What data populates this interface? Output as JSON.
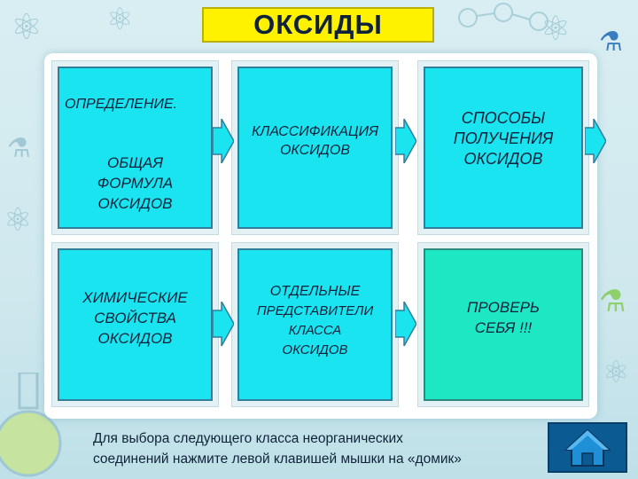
{
  "header": {
    "title": "ОКСИДЫ"
  },
  "tiles": {
    "definition": {
      "heading": "ОПРЕДЕЛЕНИЕ.",
      "line1": "ОБЩАЯ",
      "line2": "ФОРМУЛА",
      "line3": "ОКСИДОВ"
    },
    "classification": {
      "line1": "КЛАССИФИКАЦИЯ",
      "line2": "ОКСИДОВ"
    },
    "methods": {
      "line1": "СПОСОБЫ",
      "line2": "ПОЛУЧЕНИЯ",
      "line3": "ОКСИДОВ"
    },
    "properties": {
      "line1": "ХИМИЧЕСКИЕ",
      "line2": "СВОЙСТВА",
      "line3": "ОКСИДОВ"
    },
    "representatives": {
      "line1": "ОТДЕЛЬНЫЕ",
      "line2": "ПРЕДСТАВИТЕЛИ",
      "line3": "КЛАССА",
      "line4": "ОКСИДОВ"
    },
    "test": {
      "line1": "ПРОВЕРЬ",
      "line2": "СЕБЯ !!!"
    }
  },
  "footer": {
    "line1": "Для выбора следующего класса неорганических",
    "line2": "соединений нажмите левой клавишей мышки на «домик»"
  },
  "icons": {
    "home": "house-icon",
    "arrow": "arrow-right-icon"
  },
  "colors": {
    "title_bg": "#fff200",
    "tile_cyan": "#19e4f0",
    "tile_green": "#1ee8c3",
    "home_bg": "#0c5a92"
  }
}
